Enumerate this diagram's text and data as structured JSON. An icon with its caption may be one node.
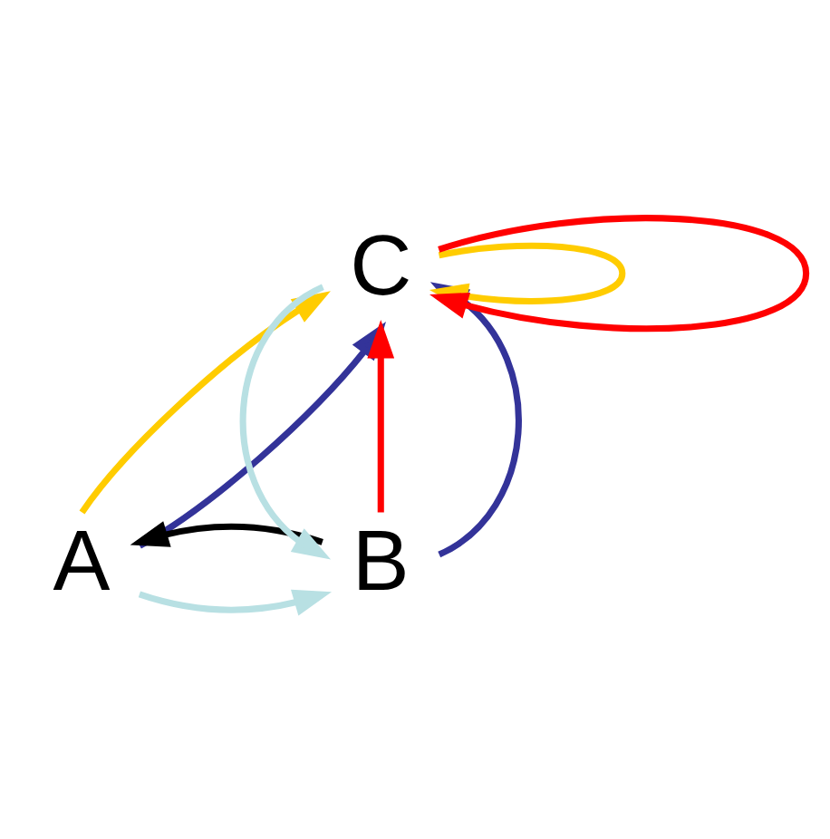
{
  "diagram": {
    "nodes": [
      {
        "text": [
          "A"
        ]
      },
      {
        "text": [
          "B"
        ]
      },
      {
        "text": [
          "C"
        ]
      }
    ],
    "edges": [
      {
        "from": 0,
        "to": 2,
        "arrow": "to",
        "color": "#ffcc00"
      },
      {
        "from": 2,
        "to": 2,
        "arrow": "to",
        "color": "#ffcc00"
      },
      {
        "from": 2,
        "to": 2,
        "arrow": "to",
        "color": "#ff0000"
      },
      {
        "from": 1,
        "to": 2,
        "arrow": "to",
        "color": "#ff0000"
      },
      {
        "from": 1,
        "to": 2,
        "arrow": "to",
        "color": "#333399"
      },
      {
        "from": 0,
        "to": 2,
        "arrow": "to",
        "color": "#333399"
      },
      {
        "from": 2,
        "to": 1,
        "arrow": "to",
        "color": "#b8e0e3"
      },
      {
        "from": 0,
        "to": 1,
        "arrow": "to",
        "color": "#b8e0e3"
      },
      {
        "from": 1,
        "to": 0,
        "arrow": "to",
        "color": "#000000"
      }
    ]
  }
}
